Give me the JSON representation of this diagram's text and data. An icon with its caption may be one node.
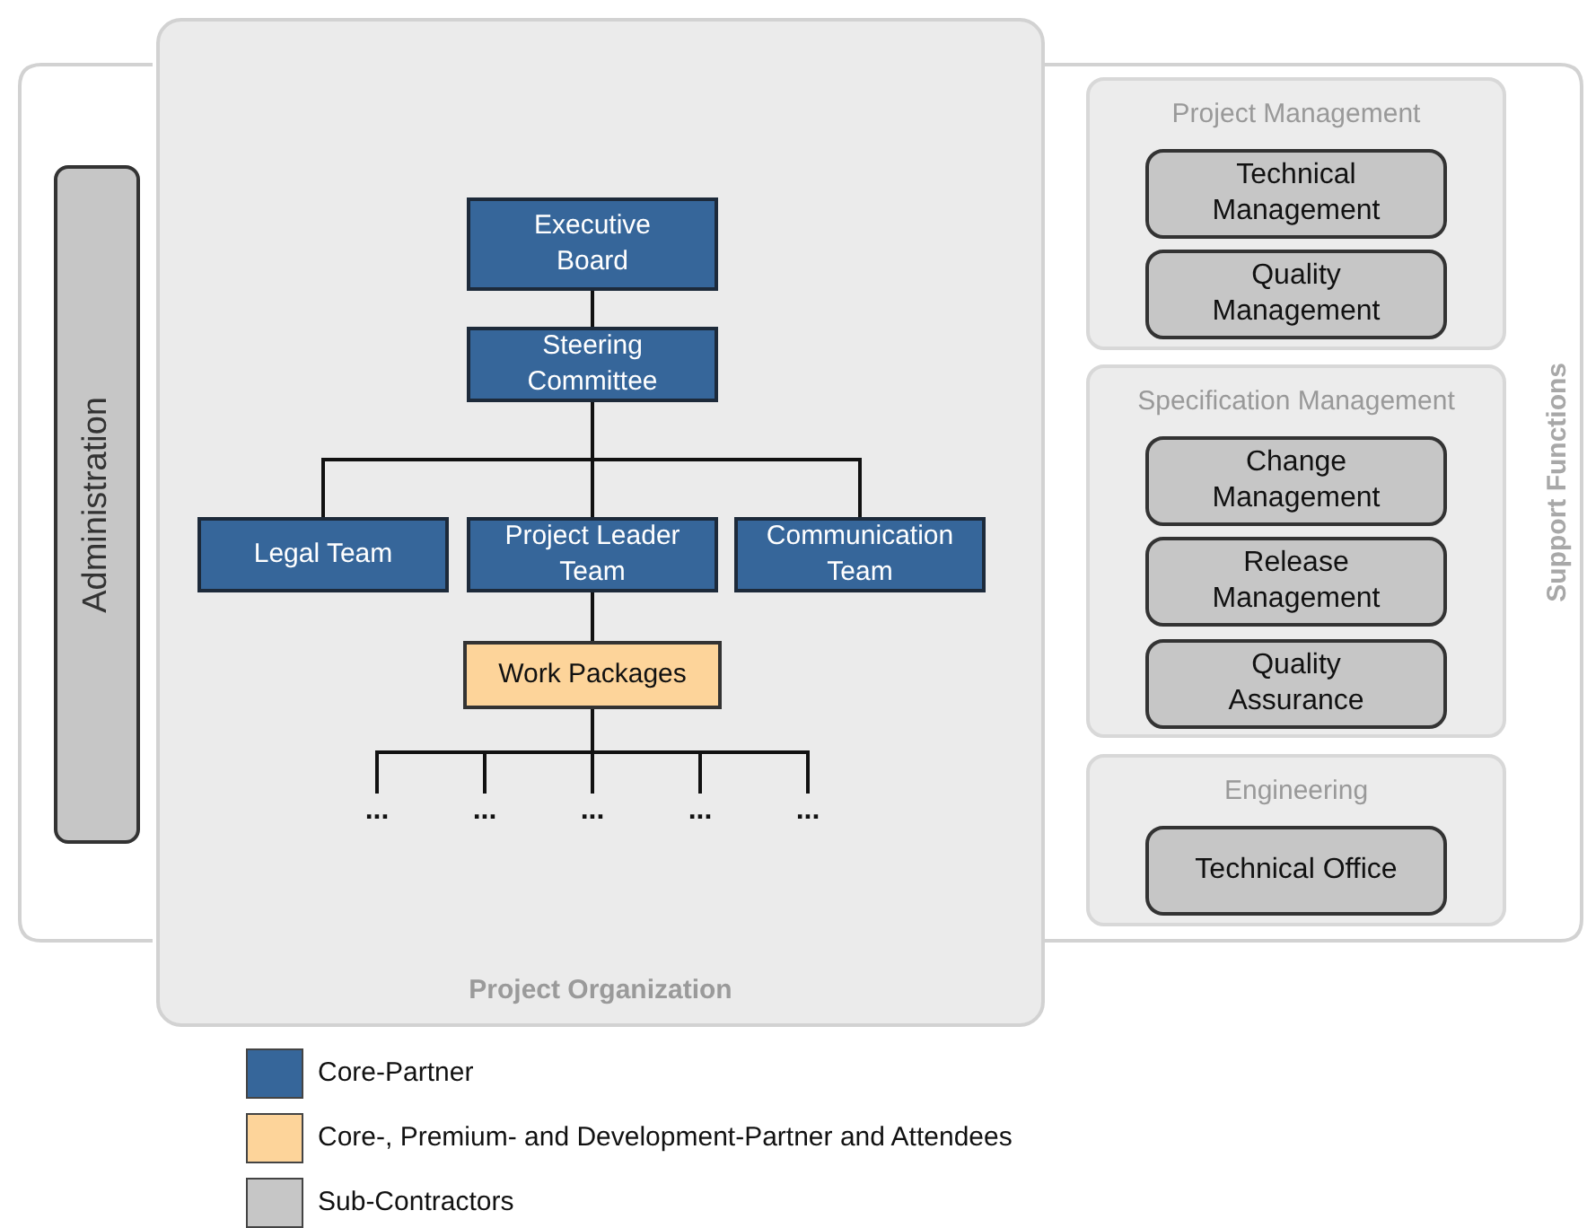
{
  "diagram": {
    "nodes": [
      {
        "text": [
          "Support Functions"
        ]
      },
      {
        "text": [
          "Project Organization"
        ]
      },
      {
        "text": [
          "Administration"
        ],
        "in": 0
      },
      {
        "text": [
          "Executive Board"
        ],
        "in": 1
      },
      {
        "text": [
          "Steering Committee"
        ],
        "in": 1
      },
      {
        "text": [
          "Legal Team"
        ],
        "in": 1
      },
      {
        "text": [
          "Project Leader Team"
        ],
        "in": 1
      },
      {
        "text": [
          "Communication Team"
        ],
        "in": 1
      },
      {
        "text": [
          "Work Packages"
        ],
        "in": 1
      },
      {
        "text": [
          "..."
        ],
        "in": 1
      },
      {
        "text": [
          "..."
        ],
        "in": 1
      },
      {
        "text": [
          "..."
        ],
        "in": 1
      },
      {
        "text": [
          "..."
        ],
        "in": 1
      },
      {
        "text": [
          "..."
        ],
        "in": 1
      },
      {
        "text": [
          "Project Management"
        ],
        "in": 0
      },
      {
        "text": [
          "Technical Management"
        ],
        "in": 14
      },
      {
        "text": [
          "Quality Management"
        ],
        "in": 14
      },
      {
        "text": [
          "Specification Management"
        ],
        "in": 0
      },
      {
        "text": [
          "Change Management"
        ],
        "in": 17
      },
      {
        "text": [
          "Release Management"
        ],
        "in": 17
      },
      {
        "text": [
          "Quality Assurance"
        ],
        "in": 17
      },
      {
        "text": [
          "Engineering"
        ],
        "in": 0
      },
      {
        "text": [
          "Technical Office"
        ],
        "in": 21
      }
    ],
    "edges": [
      {
        "from": 3,
        "to": 4,
        "arrow": "none"
      },
      {
        "from": 4,
        "to": 5,
        "arrow": "none"
      },
      {
        "from": 4,
        "to": 6,
        "arrow": "none"
      },
      {
        "from": 4,
        "to": 7,
        "arrow": "none"
      },
      {
        "from": 6,
        "to": 8,
        "arrow": "none"
      },
      {
        "from": 8,
        "to": 9,
        "arrow": "none"
      },
      {
        "from": 8,
        "to": 10,
        "arrow": "none"
      },
      {
        "from": 8,
        "to": 11,
        "arrow": "none"
      },
      {
        "from": 8,
        "to": 12,
        "arrow": "none"
      },
      {
        "from": 8,
        "to": 13,
        "arrow": "none"
      }
    ],
    "legend": [
      {
        "text": "Core-Partner",
        "color": "#36669a"
      },
      {
        "text": "Core-, Premium- and Development-Partner and Attendees",
        "color": "#fdd49a"
      },
      {
        "text": "Sub-Contractors",
        "color": "#c6c6c6"
      }
    ]
  }
}
